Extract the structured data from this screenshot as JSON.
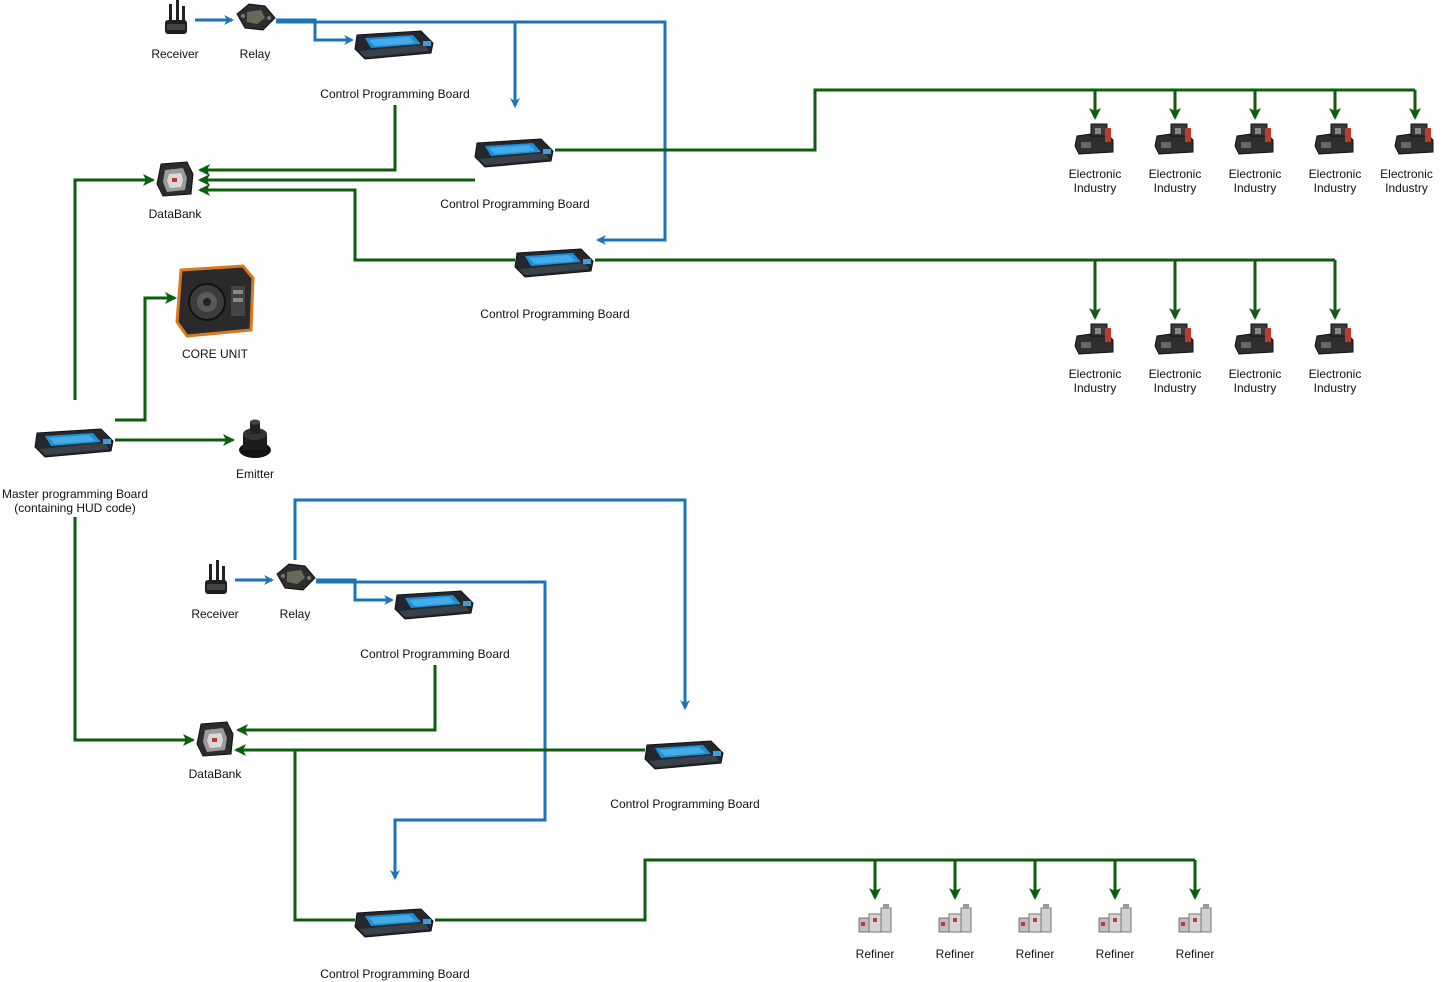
{
  "colors": {
    "signal_link": "#1b74b7",
    "control_link": "#0b5e0b",
    "board_body": "#2b2f36",
    "board_screen": "#1f8fd6",
    "industry_body": "#3a3a3a",
    "industry_accent": "#c0392b",
    "refiner_body": "#c9c9c9",
    "core_accent": "#d9791f"
  },
  "labels": {
    "receiver": "Receiver",
    "relay": "Relay",
    "control_board": "Control Programming Board",
    "databank": "DataBank",
    "core_unit": "CORE UNIT",
    "emitter": "Emitter",
    "master_board_line1": "Master programming Board",
    "master_board_line2": "(containing HUD code)",
    "electronic_industry_line1": "Electronic",
    "electronic_industry_line2": "Industry",
    "refiner": "Refiner"
  },
  "icons": {
    "receiver": "receiver-icon",
    "relay": "relay-icon",
    "control_board": "programming-board-icon",
    "databank": "databank-icon",
    "core_unit": "core-unit-icon",
    "emitter": "emitter-icon",
    "electronic_industry": "electronic-industry-icon",
    "refiner": "refiner-icon"
  }
}
